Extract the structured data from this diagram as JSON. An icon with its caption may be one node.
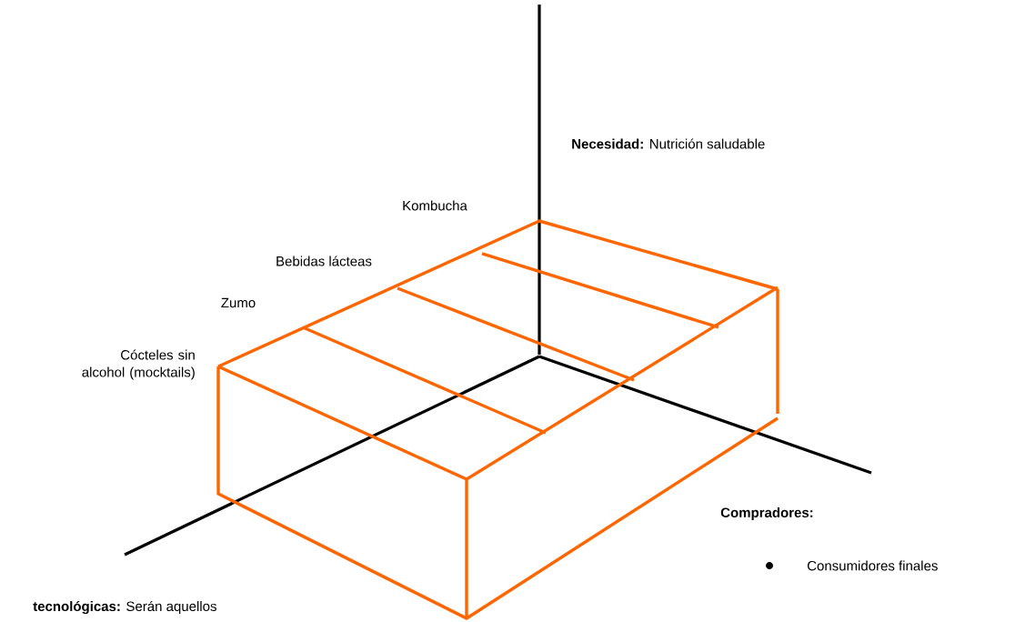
{
  "diagram": {
    "labels": [
      "**Necesidad:** Nutrición saludable",
      "Kombucha",
      "Bebidas lácteas",
      "Zumo",
      "Cócteles sin alcohol (mocktails)",
      "Compradores:",
      "Consumidores finales",
      "**tecnológicas:** Serán aquellos"
    ]
  }
}
